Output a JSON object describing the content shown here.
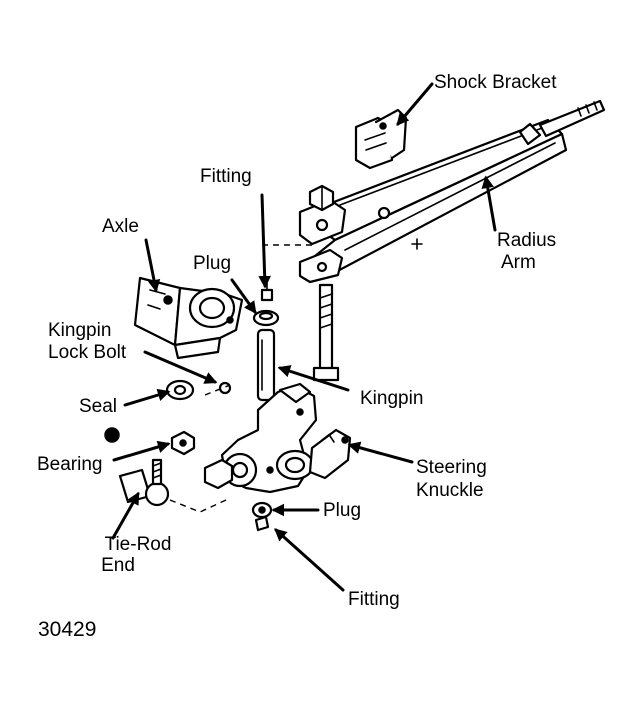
{
  "labels": {
    "shock_bracket": "Shock Bracket",
    "fitting_top": "Fitting",
    "axle": "Axle",
    "radius_arm_1": "Radius",
    "radius_arm_2": "Arm",
    "plug_top": "Plug",
    "kingpin_lock_bolt_1": "Kingpin",
    "kingpin_lock_bolt_2": "Lock Bolt",
    "kingpin": "Kingpin",
    "seal": "Seal",
    "bearing": "Bearing",
    "steering_knuckle_1": "Steering",
    "steering_knuckle_2": "Knuckle",
    "plug_bottom": "Plug",
    "tie_rod_end_1": "Tie-Rod",
    "tie_rod_end_2": "End",
    "fitting_bottom": "Fitting"
  },
  "figure_number": "30429",
  "colors": {
    "ink": "#000000",
    "paper": "#ffffff"
  }
}
